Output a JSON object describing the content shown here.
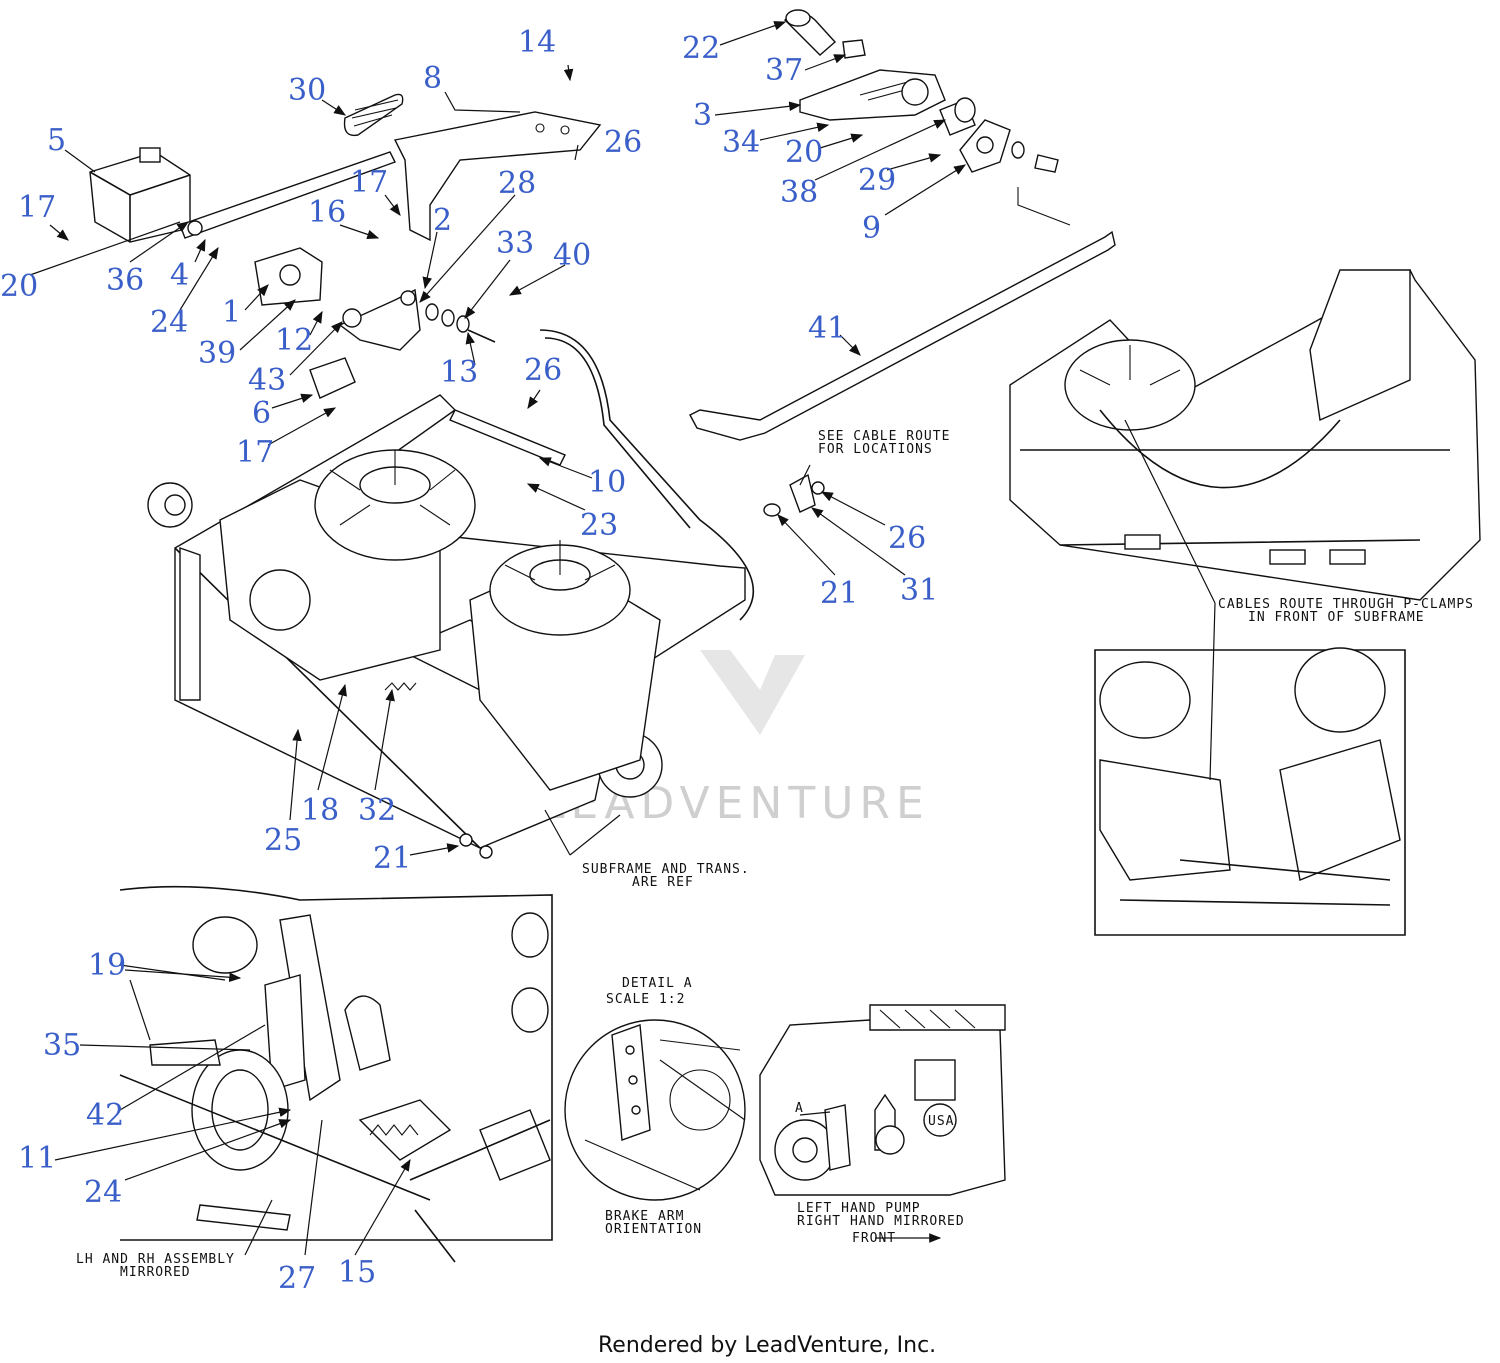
{
  "callouts": [
    {
      "id": "c14",
      "label": "14"
    },
    {
      "id": "c22",
      "label": "22"
    },
    {
      "id": "c30",
      "label": "30"
    },
    {
      "id": "c8",
      "label": "8"
    },
    {
      "id": "c37",
      "label": "37"
    },
    {
      "id": "c5",
      "label": "5"
    },
    {
      "id": "c3",
      "label": "3"
    },
    {
      "id": "c26a",
      "label": "26"
    },
    {
      "id": "c34",
      "label": "34"
    },
    {
      "id": "c20a",
      "label": "20"
    },
    {
      "id": "c17a",
      "label": "17"
    },
    {
      "id": "c28",
      "label": "28"
    },
    {
      "id": "c17b",
      "label": "17"
    },
    {
      "id": "c16",
      "label": "16"
    },
    {
      "id": "c38",
      "label": "38"
    },
    {
      "id": "c29",
      "label": "29"
    },
    {
      "id": "c2",
      "label": "2"
    },
    {
      "id": "c9",
      "label": "9"
    },
    {
      "id": "c33",
      "label": "33"
    },
    {
      "id": "c40",
      "label": "40"
    },
    {
      "id": "c20b",
      "label": "20"
    },
    {
      "id": "c36",
      "label": "36"
    },
    {
      "id": "c4",
      "label": "4"
    },
    {
      "id": "c24a",
      "label": "24"
    },
    {
      "id": "c1",
      "label": "1"
    },
    {
      "id": "c39",
      "label": "39"
    },
    {
      "id": "c12",
      "label": "12"
    },
    {
      "id": "c41",
      "label": "41"
    },
    {
      "id": "c43",
      "label": "43"
    },
    {
      "id": "c13",
      "label": "13"
    },
    {
      "id": "c26b",
      "label": "26"
    },
    {
      "id": "c6",
      "label": "6"
    },
    {
      "id": "c17c",
      "label": "17"
    },
    {
      "id": "c10",
      "label": "10"
    },
    {
      "id": "c23",
      "label": "23"
    },
    {
      "id": "c26c",
      "label": "26"
    },
    {
      "id": "c21a",
      "label": "21"
    },
    {
      "id": "c31",
      "label": "31"
    },
    {
      "id": "c18",
      "label": "18"
    },
    {
      "id": "c32",
      "label": "32"
    },
    {
      "id": "c25",
      "label": "25"
    },
    {
      "id": "c21b",
      "label": "21"
    },
    {
      "id": "c19",
      "label": "19"
    },
    {
      "id": "c35",
      "label": "35"
    },
    {
      "id": "c42",
      "label": "42"
    },
    {
      "id": "c11",
      "label": "11"
    },
    {
      "id": "c24b",
      "label": "24"
    },
    {
      "id": "c27",
      "label": "27"
    },
    {
      "id": "c15",
      "label": "15"
    }
  ],
  "notes": {
    "cable_route_1": "SEE CABLE ROUTE",
    "cable_route_2": "FOR LOCATIONS",
    "cables_1": "CABLES ROUTE THROUGH P-CLAMPS",
    "cables_2": "IN FRONT OF SUBFRAME",
    "subframe_1": "SUBFRAME AND TRANS.",
    "subframe_2": "ARE REF",
    "detail_1": "DETAIL A",
    "detail_2": "SCALE 1:2",
    "detail_mark": "A",
    "brake_1": "BRAKE ARM",
    "brake_2": "ORIENTATION",
    "pump_1": "LEFT HAND PUMP",
    "pump_2": "RIGHT HAND MIRRORED",
    "front": "FRONT",
    "lhrh_1": "LH AND RH ASSEMBLY",
    "lhrh_2": "MIRRORED",
    "pump_badge": "USA"
  },
  "watermark": "LEADVENTURE",
  "footer": "Rendered by LeadVenture, Inc."
}
